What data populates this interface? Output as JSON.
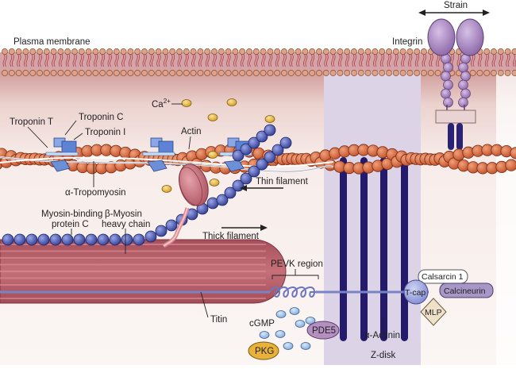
{
  "figure": {
    "title": "Sarcomere cytoskeleton and signaling schematic",
    "colors": {
      "membrane_lipid_head": "#d79a78",
      "membrane_band": "#c98a8e",
      "cytoplasm_gradient_top": "#d8a8a6",
      "cytoplasm_bg": "#faf3f1",
      "zdisk": "#ddd4e6",
      "actin": "#d0653f",
      "troponin": "#6a8fd6",
      "myosin_bead": "#4a56a8",
      "myosin_head": "#c46a78",
      "thick_filament": "#b8606a",
      "titin": "#7b86c9",
      "alpha_actinin": "#241c6b",
      "calcium": "#e3b53a",
      "cgmp": "#9cc0e8",
      "integrin": "#9a78b4"
    }
  },
  "labels": {
    "plasma_membrane": "Plasma membrane",
    "integrin": "Integrin",
    "strain": "Strain",
    "calcium": "Ca",
    "calcium_superscript": "2+",
    "troponin_t": "Troponin T",
    "troponin_c": "Troponin C",
    "troponin_i": "Troponin I",
    "actin": "Actin",
    "alpha_tropomyosin": "α-Tropomyosin",
    "thin_filament": "Thin filament",
    "thick_filament": "Thick filament",
    "mybpc_line1": "Myosin-binding",
    "mybpc_line2": "protein C",
    "bmhc_line1": "β-Myosin",
    "bmhc_line2": "heavy chain",
    "pevk_region": "PEVK region",
    "titin": "Titin",
    "cgmp": "cGMP",
    "pkg": "PKG",
    "pde5": "PDE5",
    "alpha_actinin": "α-Actinin",
    "z_disk": "Z-disk",
    "calsarcin": "Calsarcin 1",
    "calcineurin": "Calcineurin",
    "tcap": "T-cap",
    "mlp": "MLP"
  }
}
